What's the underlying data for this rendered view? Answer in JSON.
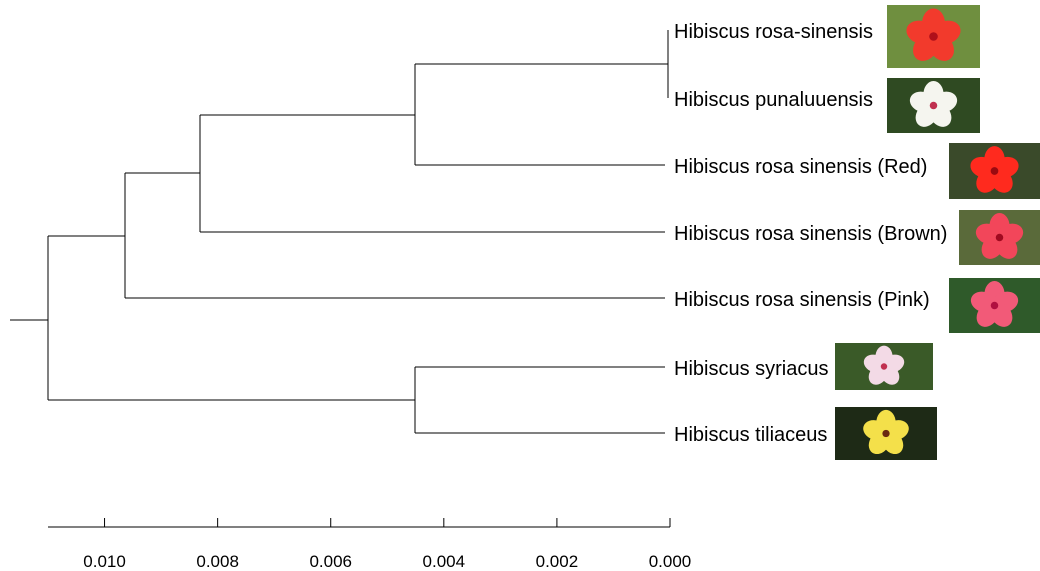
{
  "tree": {
    "taxa": [
      {
        "name": "Hibiscus rosa-sinensis",
        "flower": "red-hibiscus-photo",
        "color": "#f23a2c",
        "center": "#b0101a",
        "bg": "#6f8f3f"
      },
      {
        "name": "Hibiscus punaluuensis",
        "flower": "white-hibiscus-photo",
        "color": "#f5f5ef",
        "center": "#c03050",
        "bg": "#2f4a22"
      },
      {
        "name": "Hibiscus rosa sinensis (Red)",
        "flower": "red-hibiscus-photo",
        "color": "#ff2a1e",
        "center": "#9a0a10",
        "bg": "#3a4a2a"
      },
      {
        "name": "Hibiscus rosa sinensis (Brown)",
        "flower": "pink-red-hibiscus-photo",
        "color": "#f2465a",
        "center": "#a00a20",
        "bg": "#5a6a3a"
      },
      {
        "name": "Hibiscus rosa sinensis (Pink)",
        "flower": "pink-hibiscus-photo",
        "color": "#f25a78",
        "center": "#b01040",
        "bg": "#2f5a2a"
      },
      {
        "name": "Hibiscus syriacus",
        "flower": "pale-pink-hibiscus-photo",
        "color": "#f3dae6",
        "center": "#c03050",
        "bg": "#3a5a28"
      },
      {
        "name": "Hibiscus tiliaceus",
        "flower": "yellow-hibiscus-photo",
        "color": "#f4e04a",
        "center": "#6a2a10",
        "bg": "#1e2a16"
      }
    ]
  },
  "axis": {
    "ticks": [
      "0.010",
      "0.008",
      "0.006",
      "0.004",
      "0.002",
      "0.000"
    ],
    "range": [
      0.011,
      0.0
    ]
  }
}
